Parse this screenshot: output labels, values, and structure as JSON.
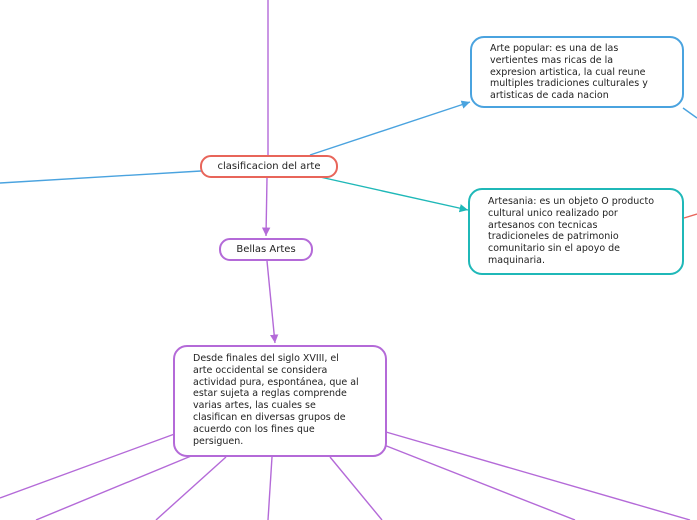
{
  "colors": {
    "central": "#e8655a",
    "popular": "#4aa3df",
    "artesania": "#1fb8b8",
    "bellas": "#b46ad8"
  },
  "nodes": {
    "central": {
      "label": "clasificacion del arte"
    },
    "arte_popular": {
      "text": "Arte popular: es una de las\nvertientes mas ricas de la\nexpresion artistica, la cual reune\nmultiples tradiciones culturales y\nartisticas de cada nacion"
    },
    "artesania": {
      "text": "Artesania: es un objeto O producto\ncultural unico realizado por\nartesanos con tecnicas\ntradicioneles   de patrimonio\ncomunitario sin el apoyo de\nmaquinaria."
    },
    "bellas_artes": {
      "label": "Bellas Artes"
    },
    "desde_finales": {
      "text": "Desde finales del siglo XVIII, el\narte occidental se considera\nactividad pura, espontánea, que al\nestar sujeta a reglas comprende\nvarias artes, las cuales se\nclasifican en diversas grupos de\nacuerdo con los fines que\npersiguen."
    }
  }
}
